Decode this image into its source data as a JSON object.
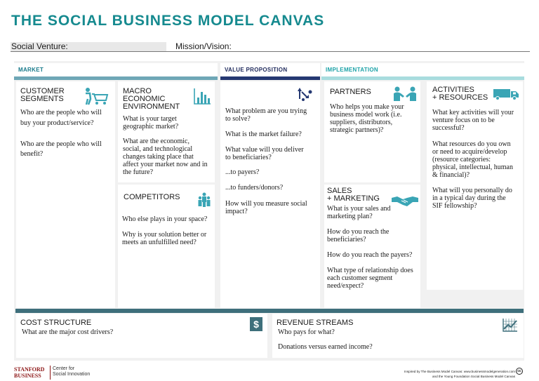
{
  "title": "THE SOCIAL BUSINESS MODEL CANVAS",
  "header": {
    "social_venture_label": "Social Venture:",
    "mission_label": "Mission/Vision:"
  },
  "bands": {
    "market": "MARKET",
    "value_proposition": "VALUE PROPOSITION",
    "implementation": "IMPLEMENTATION"
  },
  "customer_segments": {
    "title_line1": "CUSTOMER",
    "title_line2": "SEGMENTS",
    "q1_line1": "Who are the people who will",
    "q1_line2": "buy your product/service?",
    "q2_line1": "Who are the people who will",
    "q2_line2": "benefit?",
    "icon": "shopping-cart-icon"
  },
  "macro": {
    "title_line1": "MACRO",
    "title_line2": "ECONOMIC",
    "title_line3": "ENVIRONMENT",
    "q1_line1": "What is your target",
    "q1_line2": "geographic market?",
    "q2_line1": "What are the economic,",
    "q2_line2": "social, and technological",
    "q2_line3": "changes taking place that",
    "q2_line4": "affect your market now and in",
    "q2_line5": "the future?",
    "icon": "bar-chart-icon"
  },
  "competitors": {
    "title": "COMPETITORS",
    "q1": "Who else plays in your space?",
    "q2_line1": "Why is your solution better or",
    "q2_line2": "meets an unfulfilled need?",
    "icon": "people-icon"
  },
  "value_prop": {
    "q1_line1": "What problem are you trying",
    "q1_line2": "to solve?",
    "q2": "What is the market failure?",
    "q3_line1": "What value will you deliver",
    "q3_line2": "to beneficiaries?",
    "q4": "...to payers?",
    "q5": "...to funders/donors?",
    "q6_line1": "How will you measure social",
    "q6_line2": "impact?",
    "icon": "arrows-icon"
  },
  "partners": {
    "title": "PARTNERS",
    "q1_line1": "Who helps you make your",
    "q1_line2": "business model work (i.e.",
    "q1_line3": "suppliers, distributors,",
    "q1_line4": "strategic partners)?",
    "icon": "meeting-icon"
  },
  "sales": {
    "title_line1": "SALES",
    "title_line2": "+ MARKETING",
    "q1_line1": "What is your sales and",
    "q1_line2": "marketing plan?",
    "q2_line1": "How do you reach the",
    "q2_line2": "beneficiaries?",
    "q3": "How do you reach the payers?",
    "q4_line1": "What type of relationship does",
    "q4_line2": "each customer segment",
    "q4_line3": "need/expect?",
    "icon": "handshake-icon"
  },
  "activities": {
    "title_line1": "ACTIVITIES",
    "title_line2": "+ RESOURCES",
    "q1_line1": "What key activities will your",
    "q1_line2": "venture focus on to be",
    "q1_line3": "successful?",
    "q2_line1": "What resources do you own",
    "q2_line2": "or need to acquire/develop",
    "q2_line3": "(resource categories:",
    "q2_line4": "physical, intellectual, human",
    "q2_line5": "& financial)?",
    "q3_line1": "What will you personally do",
    "q3_line2": "in a typical day during the",
    "q3_line3": "SIF fellowship?",
    "icon": "truck-icon"
  },
  "cost": {
    "title": "COST STRUCTURE",
    "q1": "What are the major cost drivers?",
    "icon": "dollar-icon"
  },
  "revenue": {
    "title": "REVENUE STREAMS",
    "q1": "Who pays for what?",
    "q2": "Donations versus earned income?",
    "icon": "growth-chart-icon"
  },
  "footer": {
    "stanford_line1": "STANFORD",
    "stanford_line2": "BUSINESS",
    "center_line1": "Center for",
    "center_line2": "Social Innovation",
    "credit_line1": "Inspired by The Business Model Canvas: www.businessmodelgeneration.com",
    "credit_line2": "and the Young Foundation Social Business Model Canvas",
    "cc": "cc"
  },
  "colors": {
    "title_teal": "#168a8f",
    "market_bar": "#6ea7b6",
    "vp_bar": "#253872",
    "impl_bar": "#a8dcde",
    "icon_teal": "#3aa5b5",
    "bottom_bar": "#3e6f7b"
  }
}
